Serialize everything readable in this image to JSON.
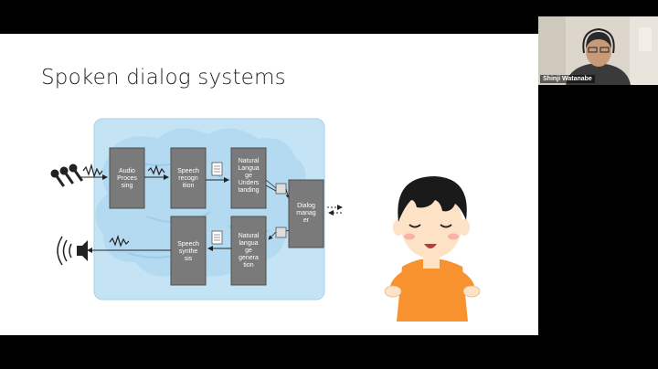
{
  "slide": {
    "title": "Spoken dialog systems",
    "diagram": {
      "audio_processing": [
        "Audio",
        "Proces",
        "sing"
      ],
      "speech_recognition": [
        "Speech",
        "recogn",
        "ition"
      ],
      "nlu": [
        "Natural",
        "Langua",
        "ge",
        "Unders",
        "tanding"
      ],
      "nlg": [
        "Natural",
        "langua",
        "ge",
        "genera",
        "tion"
      ],
      "speech_synthesis": [
        "Speech",
        "synthe",
        "sis"
      ],
      "dialog_manager": [
        "Dialog",
        "manag",
        "er"
      ]
    }
  },
  "participant": {
    "name": "Shinji Watanabe"
  },
  "colors": {
    "brain_bg": "#bfe0f2",
    "box_fill": "#7a7a7a",
    "box_border": "#4d4d4d",
    "character_shirt": "#f7922e",
    "character_hair": "#1a1a1a",
    "character_skin": "#fde2c6"
  }
}
